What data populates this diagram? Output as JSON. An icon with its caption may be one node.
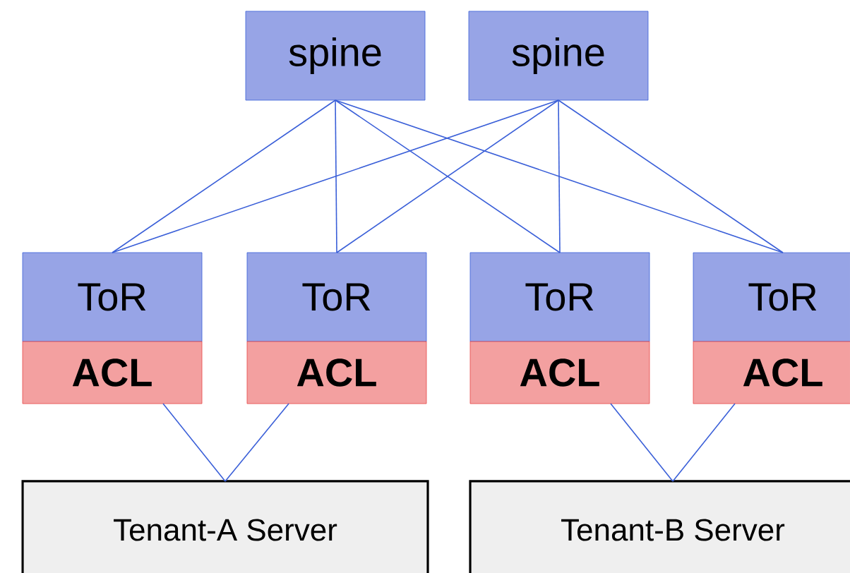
{
  "diagram": {
    "nodes": [
      {
        "text": [
          "spine"
        ]
      },
      {
        "text": [
          "spine"
        ]
      },
      {
        "text": [
          "ToR"
        ]
      },
      {
        "text": [
          "ToR"
        ]
      },
      {
        "text": [
          "ToR"
        ]
      },
      {
        "text": [
          "ToR"
        ]
      },
      {
        "text": [
          "ACL"
        ]
      },
      {
        "text": [
          "ACL"
        ]
      },
      {
        "text": [
          "ACL"
        ]
      },
      {
        "text": [
          "ACL"
        ]
      },
      {
        "text": [
          "Tenant-A Server"
        ]
      },
      {
        "text": [
          "Tenant-B Server"
        ]
      }
    ],
    "edges": [
      {
        "from": 0,
        "to": 2,
        "arrow": "none"
      },
      {
        "from": 0,
        "to": 3,
        "arrow": "none"
      },
      {
        "from": 0,
        "to": 4,
        "arrow": "none"
      },
      {
        "from": 0,
        "to": 5,
        "arrow": "none"
      },
      {
        "from": 1,
        "to": 2,
        "arrow": "none"
      },
      {
        "from": 1,
        "to": 3,
        "arrow": "none"
      },
      {
        "from": 1,
        "to": 4,
        "arrow": "none"
      },
      {
        "from": 1,
        "to": 5,
        "arrow": "none"
      },
      {
        "from": 6,
        "to": 10,
        "arrow": "none"
      },
      {
        "from": 7,
        "to": 10,
        "arrow": "none"
      },
      {
        "from": 8,
        "to": 11,
        "arrow": "none"
      },
      {
        "from": 9,
        "to": 11,
        "arrow": "none"
      }
    ]
  }
}
